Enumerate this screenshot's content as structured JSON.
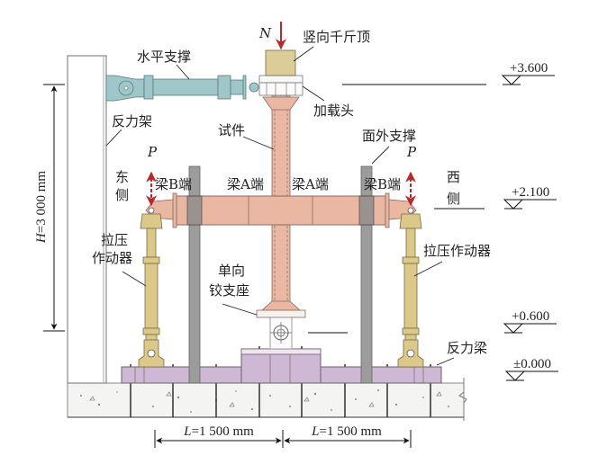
{
  "figure": {
    "title": "Test setup elevation",
    "labels": {
      "vertical_jack": "竖向千斤顶",
      "horizontal_brace": "水平支撑",
      "reaction_frame": "反力架",
      "loading_head": "加载头",
      "specimen": "试件",
      "out_of_plane_brace": "面外支撑",
      "east_side_1": "东",
      "east_side_2": "侧",
      "west_side_1": "西",
      "west_side_2": "侧",
      "beam_b_end_left": "梁B端",
      "beam_a_end_left": "梁A端",
      "beam_a_end_right": "梁A端",
      "beam_b_end_right": "梁B端",
      "actuator_left_1": "拉压",
      "actuator_left_2": "作动器",
      "actuator_right": "拉压作动器",
      "hinge_support_1": "单向",
      "hinge_support_2": "铰支座",
      "reaction_beam": "反力梁"
    },
    "loads": {
      "axial": "N",
      "lateral_left": "P",
      "lateral_right": "P"
    },
    "dimensions": {
      "height_var": "H",
      "height_value": "=3 000 mm",
      "span_left_var": "L",
      "span_left_value": "=1 500 mm",
      "span_right_var": "L",
      "span_right_value": "=1 500 mm"
    },
    "elevations": [
      {
        "label": "+3.600"
      },
      {
        "label": "+2.100"
      },
      {
        "label": "+0.600"
      },
      {
        "label": "±0.000"
      }
    ],
    "colors": {
      "specimen": "#eab7a3",
      "actuator": "#dcc98a",
      "brace": "#9fc6c9",
      "jack": "#dccc98",
      "reaction_beam": "#cfb7d6",
      "out_of_plane": "#9c9c9c",
      "load_arrow": "#b52a2a",
      "concrete": "#f4f4f2"
    }
  }
}
